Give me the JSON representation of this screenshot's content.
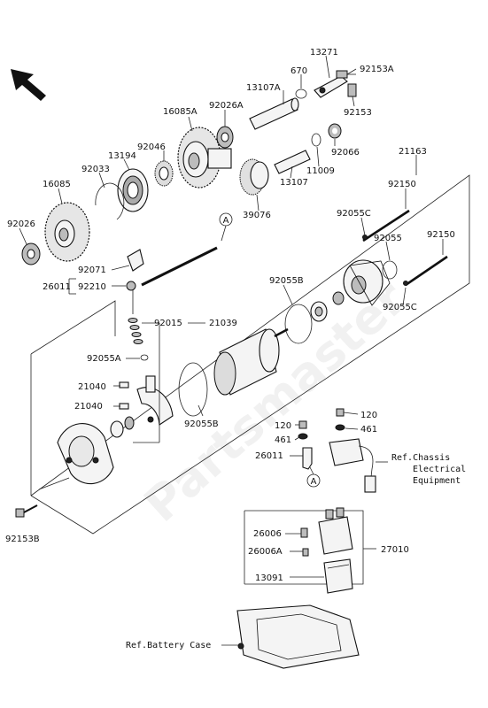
{
  "parts": {
    "p13271": "13271",
    "p670": "670",
    "p92153A": "92153A",
    "p13107A": "13107A",
    "p92153": "92153",
    "p16085A": "16085A",
    "p92026A": "92026A",
    "p92046": "92046",
    "p13194": "13194",
    "p92066": "92066",
    "p11009": "11009",
    "p92033": "92033",
    "p13107": "13107",
    "p21163": "21163",
    "p16085": "16085",
    "p39076": "39076",
    "p92150a": "92150",
    "p92026": "92026",
    "p92055C_top": "92055C",
    "p92055": "92055",
    "p92150b": "92150",
    "p92071": "92071",
    "p26011_left": "26011",
    "p92210": "92210",
    "p92055B_top": "92055B",
    "p92055C_bot": "92055C",
    "p92015": "92015",
    "p21039": "21039",
    "p92055A": "92055A",
    "p21040a": "21040",
    "p21040b": "21040",
    "p92055B_bot": "92055B",
    "p120a": "120",
    "p120b": "120",
    "p461a": "461",
    "p461b": "461",
    "p26011_right": "26011",
    "p92153B": "92153B",
    "p26006": "26006",
    "p26006A": "26006A",
    "p27010": "27010",
    "p13091": "13091"
  },
  "refs": {
    "chassis_line1": "Ref.Chassis",
    "chassis_line2": "Electrical",
    "chassis_line3": "Equipment",
    "battery": "Ref.Battery Case"
  },
  "markers": {
    "a_top": "A",
    "a_bottom": "A"
  }
}
